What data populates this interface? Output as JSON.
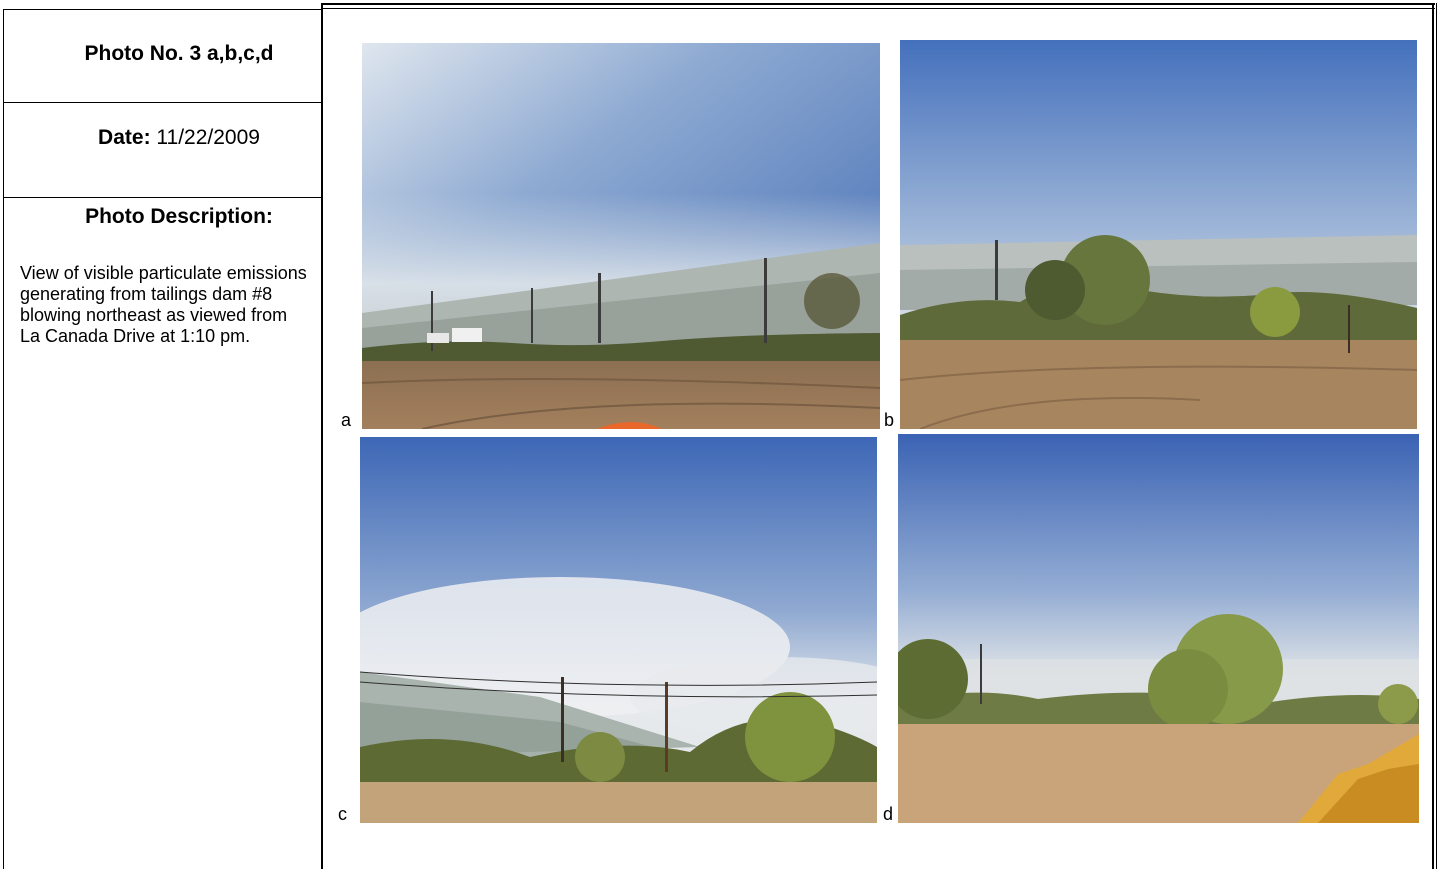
{
  "header": {
    "photo_number": "Photo No. 3 a,b,c,d",
    "date_label": "Date:",
    "date_value": "11/22/2009"
  },
  "description": {
    "heading": "Photo Description:",
    "text": "View of visible particulate emissions generating from tailings dam #8 blowing northeast as viewed from La Canada Drive at 1:10 pm."
  },
  "photos": [
    {
      "label": "a",
      "subject": "dust cloud over tailings dam with utility poles, parked vehicles and dirt road"
    },
    {
      "label": "b",
      "subject": "dust cloud over tailings dam with desert trees and dirt lot"
    },
    {
      "label": "c",
      "subject": "large dust plume over tailings slope with power lines and shrubs"
    },
    {
      "label": "d",
      "subject": "dust haze behind mesquite trees and cholla, yellow loader bucket in corner"
    }
  ],
  "colors": {
    "sky_top": "#3f6bb8",
    "sky_bottom": "#b9c9dd",
    "dust": "#e4e8ec",
    "ground": "#b58f66",
    "vegetation": "#6f7b45"
  }
}
